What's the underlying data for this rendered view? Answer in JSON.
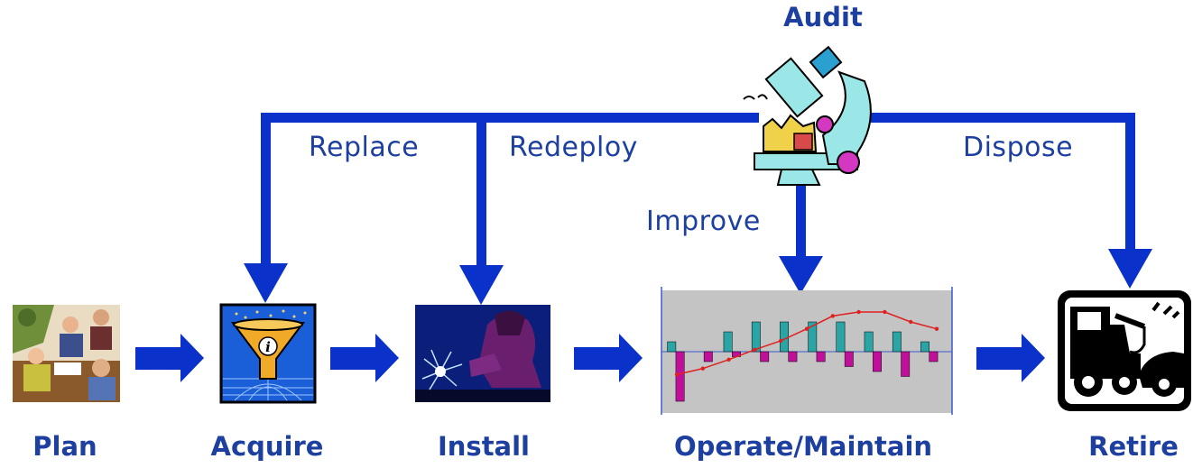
{
  "stages": {
    "plan": "Plan",
    "acquire": "Acquire",
    "install": "Install",
    "operate": "Operate/Maintain",
    "retire": "Retire"
  },
  "audit": "Audit",
  "flows": {
    "replace": "Replace",
    "redeploy": "Redeploy",
    "improve": "Improve",
    "dispose": "Dispose"
  },
  "colors": {
    "arrow": "#0a31c9",
    "text": "#1c3fa0",
    "chart_bg": "#c4c4c4",
    "bar_teal": "#2aa4a4",
    "bar_magenta": "#c0109a",
    "line_red": "#e02020"
  },
  "icons": [
    "meeting-people-icon",
    "funnel-info-icon",
    "welder-icon",
    "operate-chart-icon",
    "microscope-icon",
    "tow-truck-icon"
  ],
  "operate_chart": {
    "bars_teal": [
      1,
      2,
      3,
      3,
      3,
      3,
      2,
      2,
      1
    ],
    "bars_magenta": [
      -5,
      -1,
      -0.5,
      -1,
      -1,
      -1,
      -1.5,
      -2,
      -2.5,
      -1
    ],
    "line": [
      -2.3,
      -1.7,
      -0.8,
      0.2,
      1.1,
      2.3,
      3.6,
      4,
      4,
      3,
      2.3
    ]
  }
}
